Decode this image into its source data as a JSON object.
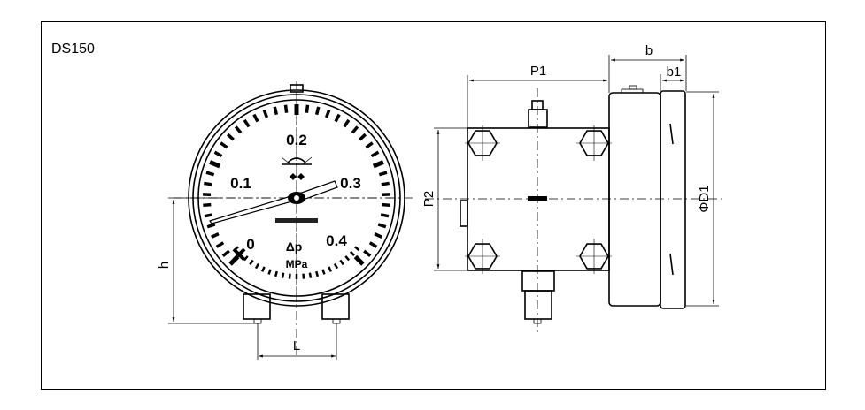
{
  "model_label": "DS150",
  "gauge": {
    "scale_labels": [
      "0",
      "0.1",
      "0.2",
      "0.3",
      "0.4"
    ],
    "unit": "MPa",
    "delta_p_symbol": "Δp",
    "pointer_value": 0.3
  },
  "dimensions": {
    "h": "h",
    "L": "L",
    "P1": "P1",
    "P2": "P2",
    "b": "b",
    "b1": "b1",
    "D1": "ΦD1"
  }
}
